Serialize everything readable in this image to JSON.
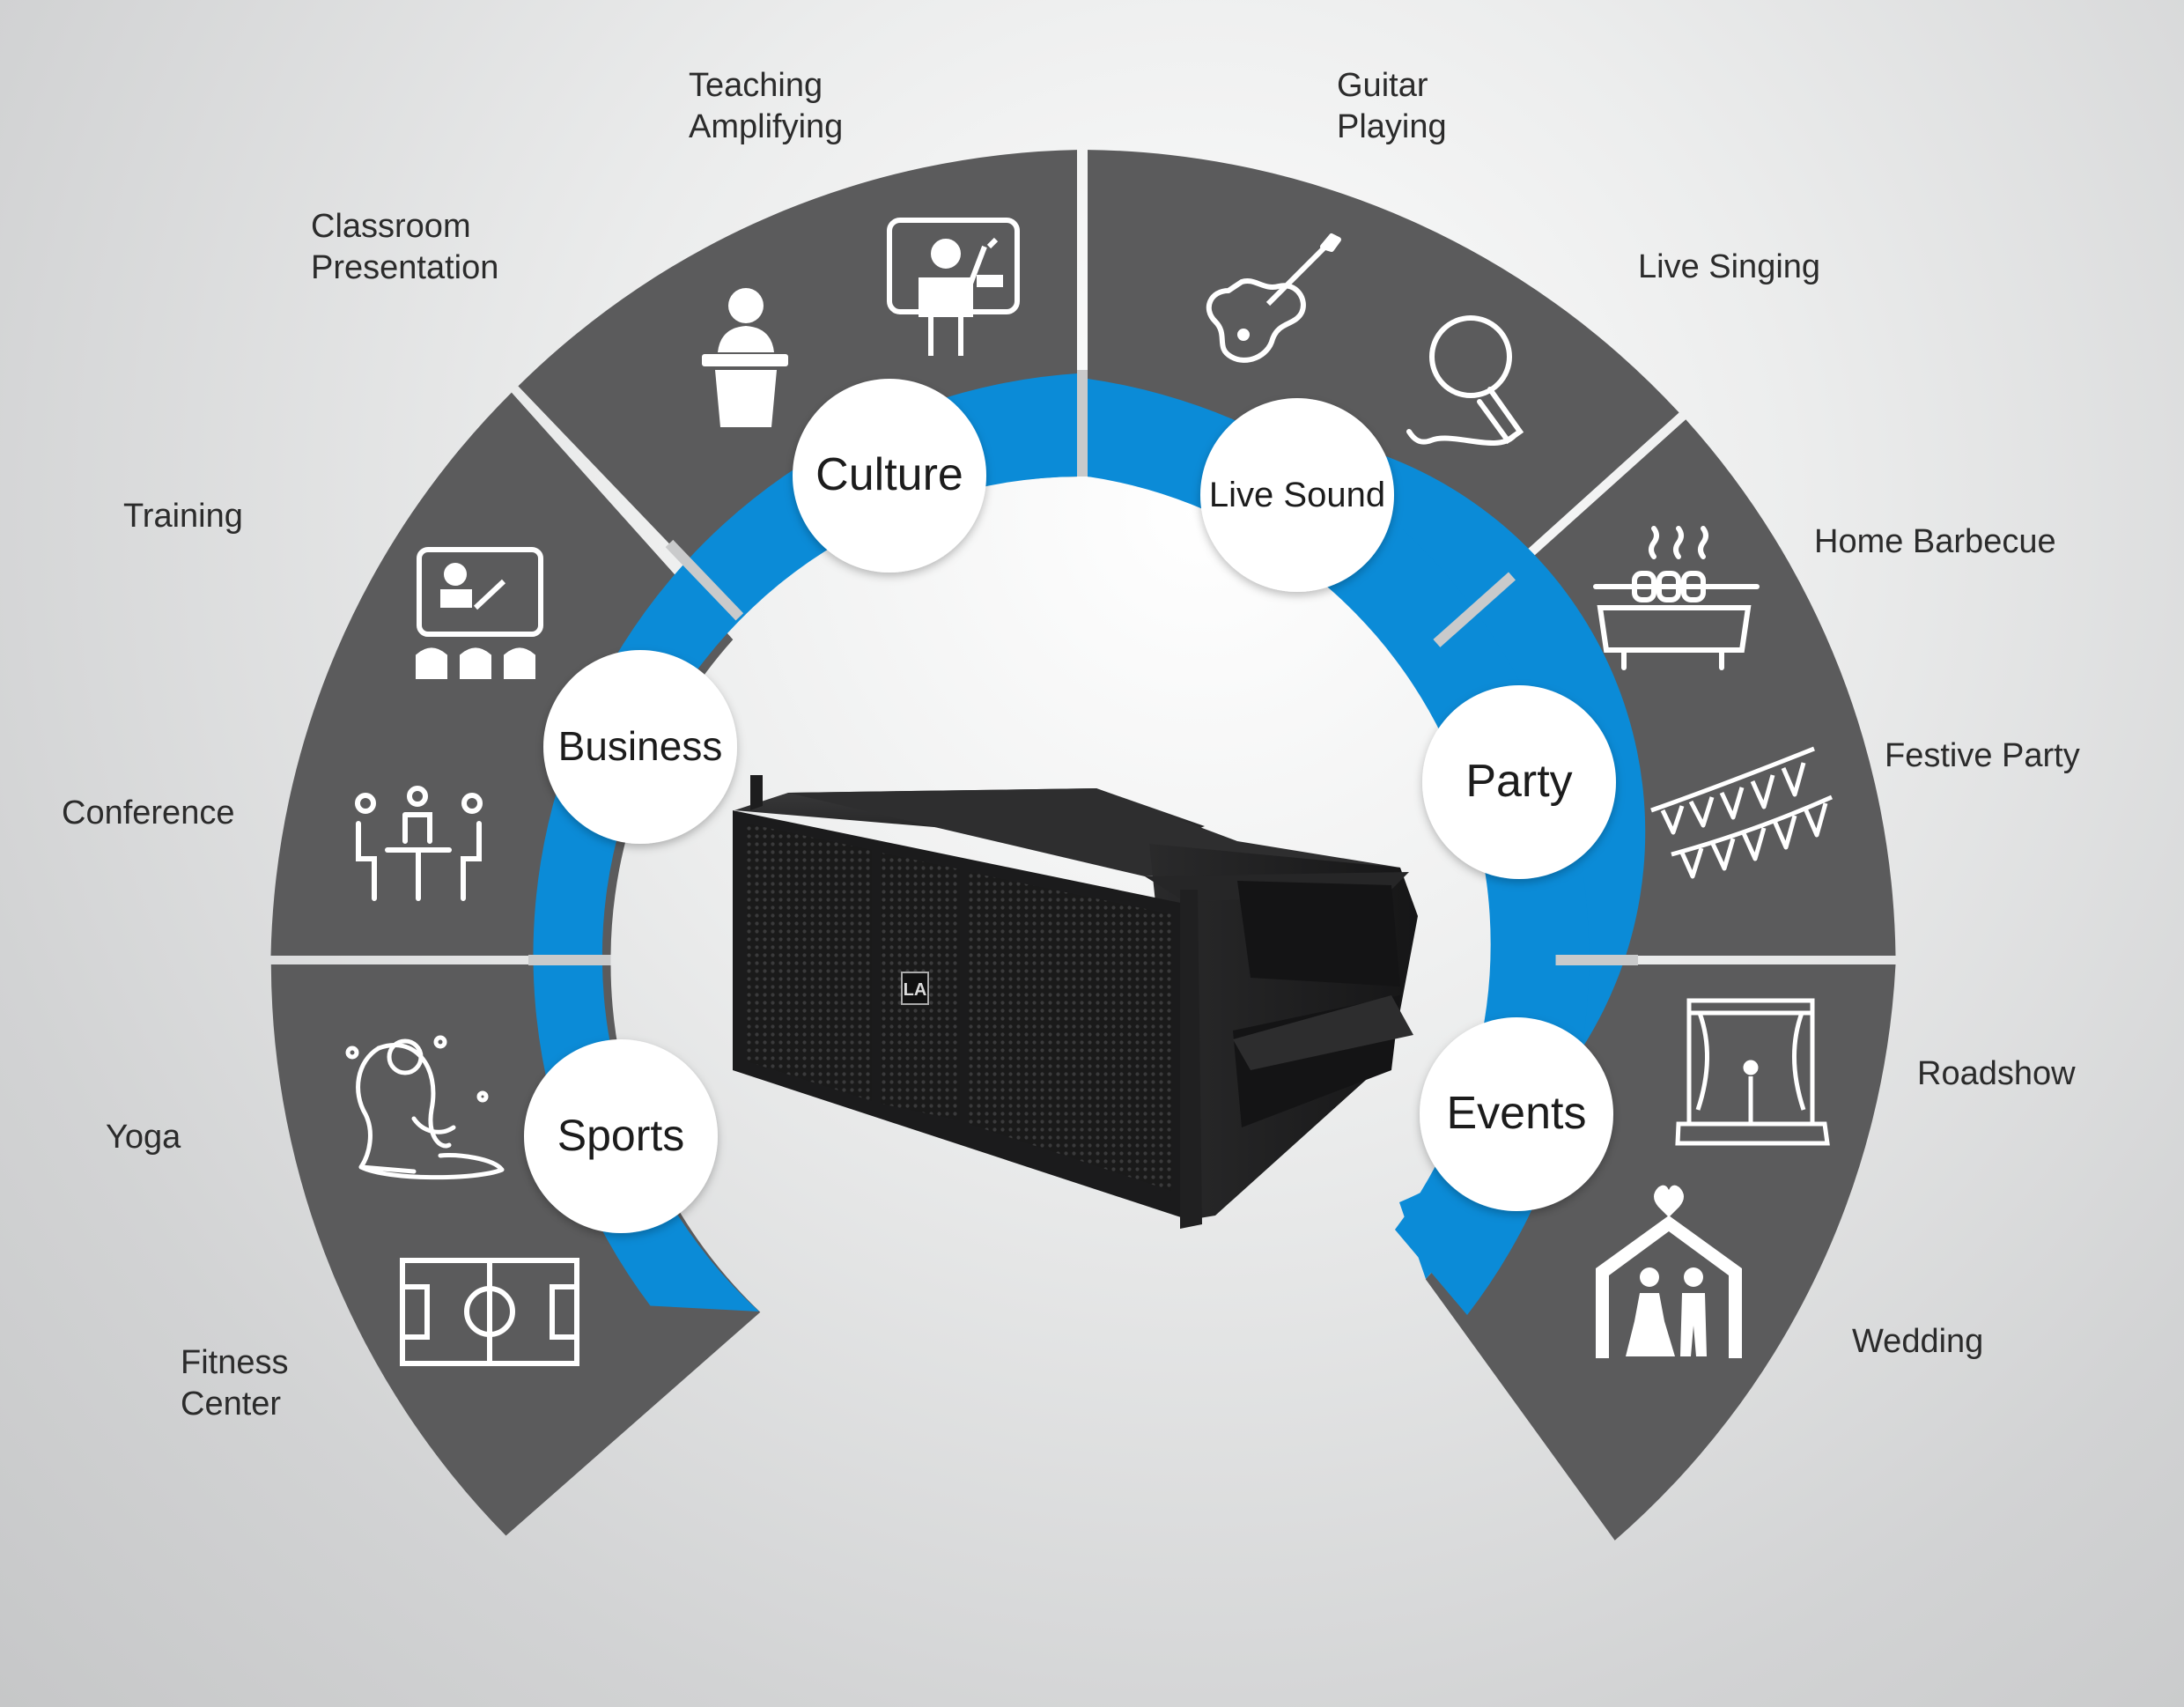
{
  "categories": [
    {
      "key": "sports",
      "name": "Sports"
    },
    {
      "key": "business",
      "name": "Business"
    },
    {
      "key": "culture",
      "name": "Culture"
    },
    {
      "key": "livesound",
      "name": "Live Sound"
    },
    {
      "key": "party",
      "name": "Party"
    },
    {
      "key": "events",
      "name": "Events"
    }
  ],
  "applications": {
    "yoga": "Yoga",
    "fitness_center": "Fitness\nCenter",
    "training": "Training",
    "conference": "Conference",
    "classroom_presentation": "Classroom\nPresentation",
    "teaching_amplifying": "Teaching\nAmplifying",
    "guitar_playing": "Guitar\nPlaying",
    "live_singing": "Live Singing",
    "home_barbecue": "Home Barbecue",
    "festive_party": "Festive Party",
    "roadshow": "Roadshow",
    "wedding": "Wedding"
  },
  "product": {
    "logo_text": "LA",
    "description": "line array speaker"
  },
  "colors": {
    "segment": "#5b5b5c",
    "ring": "#0b8bd7",
    "divider": "#c9cacb",
    "circle_fill": "#ffffff",
    "circle_text": "#1f1f1f",
    "icon": "#ffffff"
  }
}
